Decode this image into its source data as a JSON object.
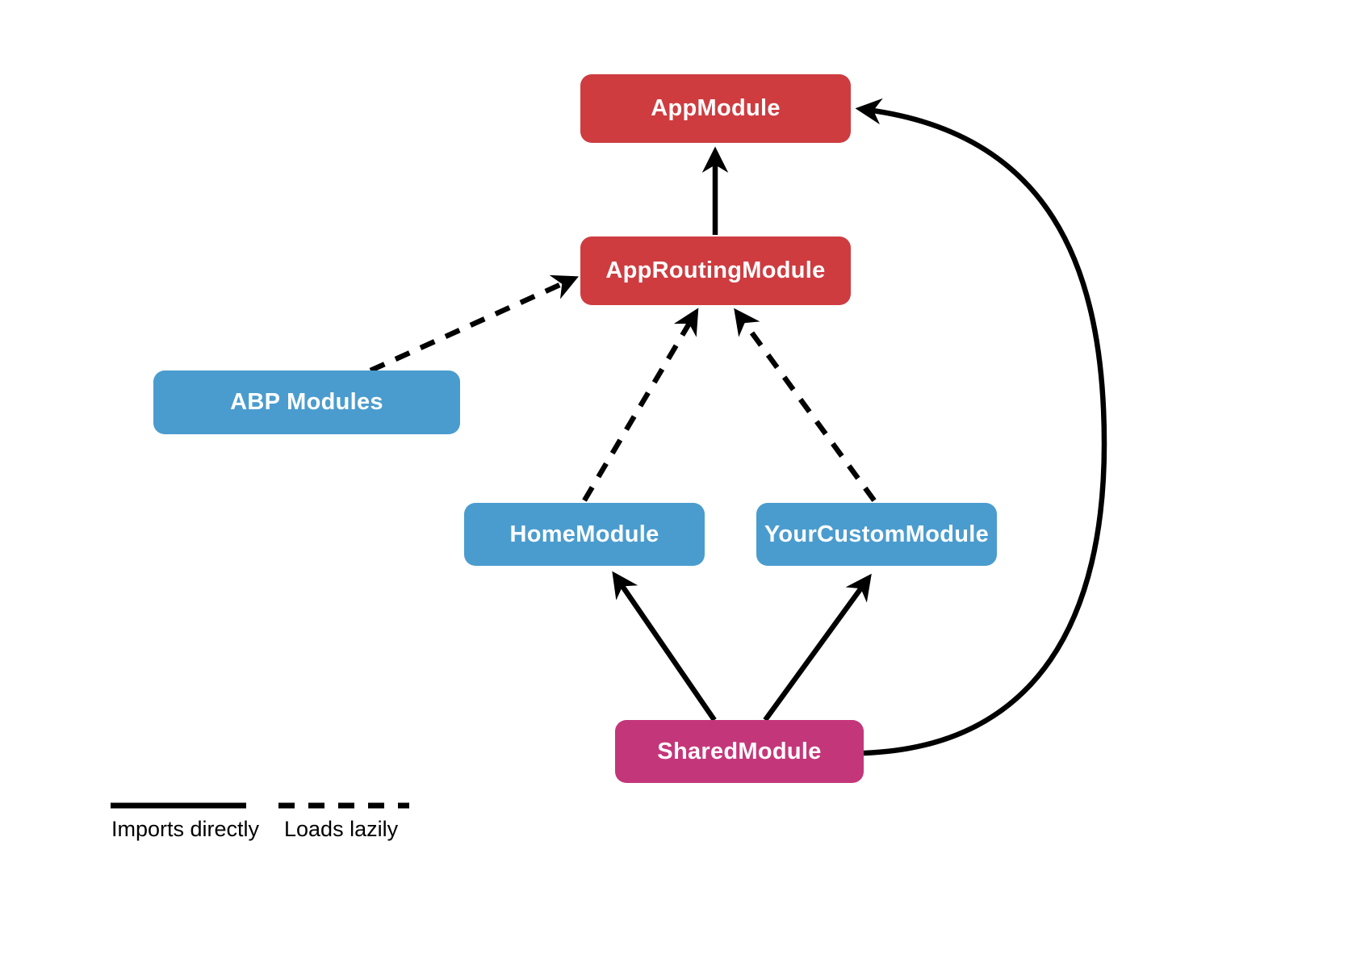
{
  "diagram": {
    "nodes": [
      {
        "id": "app-module",
        "label": "AppModule",
        "color": "#CE3C40"
      },
      {
        "id": "app-routing-module",
        "label": "AppRoutingModule",
        "color": "#CE3C40"
      },
      {
        "id": "abp-modules",
        "label": "ABP Modules",
        "color": "#4A9CCE"
      },
      {
        "id": "home-module",
        "label": "HomeModule",
        "color": "#4A9CCE"
      },
      {
        "id": "your-custom-module",
        "label": "YourCustomModule",
        "color": "#4A9CCE"
      },
      {
        "id": "shared-module",
        "label": "SharedModule",
        "color": "#C4367A"
      }
    ],
    "edges": [
      {
        "from": "AppRoutingModule",
        "to": "AppModule",
        "style": "solid",
        "relationship": "Imports directly"
      },
      {
        "from": "ABP Modules",
        "to": "AppRoutingModule",
        "style": "dashed",
        "relationship": "Loads lazily"
      },
      {
        "from": "HomeModule",
        "to": "AppRoutingModule",
        "style": "dashed",
        "relationship": "Loads lazily"
      },
      {
        "from": "YourCustomModule",
        "to": "AppRoutingModule",
        "style": "dashed",
        "relationship": "Loads lazily"
      },
      {
        "from": "SharedModule",
        "to": "HomeModule",
        "style": "solid",
        "relationship": "Imports directly"
      },
      {
        "from": "SharedModule",
        "to": "YourCustomModule",
        "style": "solid",
        "relationship": "Imports directly"
      },
      {
        "from": "SharedModule",
        "to": "AppModule",
        "style": "solid",
        "relationship": "Imports directly"
      }
    ],
    "legend": {
      "items": [
        {
          "style": "solid",
          "label": "Imports directly"
        },
        {
          "style": "dashed",
          "label": "Loads lazily"
        }
      ]
    },
    "colors": {
      "node_red": "#CE3C40",
      "node_blue": "#4A9CCE",
      "node_magenta": "#C4367A",
      "edge_line": "#000000",
      "background": "#ffffff"
    }
  }
}
